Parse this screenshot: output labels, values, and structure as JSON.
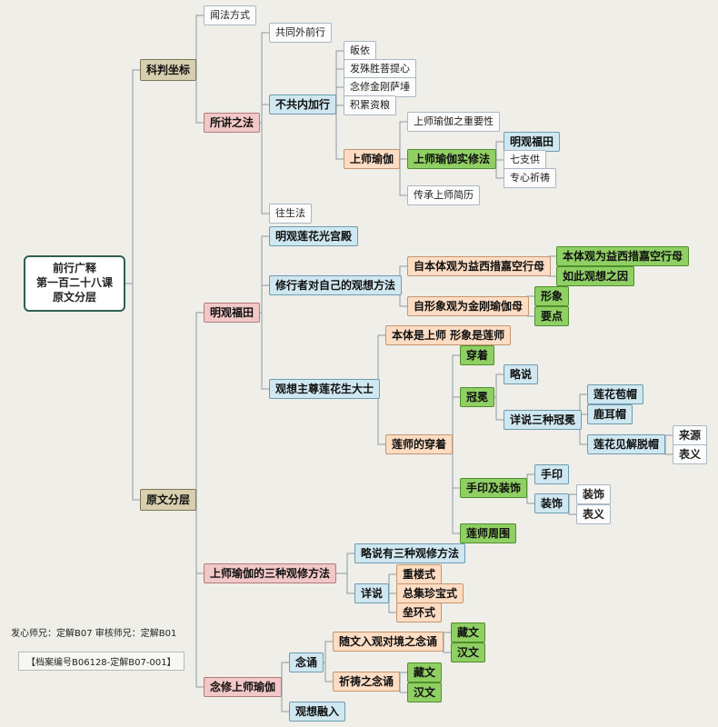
{
  "root": {
    "line1": "前行广释",
    "line2": "第一百二十八课",
    "line3": "原文分层"
  },
  "nodes": {
    "kepan": "科判坐标",
    "yuanwen": "原文分层",
    "wenfa": "闻法方式",
    "suojiang": "所讲之法",
    "gongtong": "共同外前行",
    "bugong": "不共内加行",
    "guiyi": "皈依",
    "faxin": "发殊胜菩提心",
    "nianxiu": "念修金刚萨埵",
    "jilei": "积累资粮",
    "shangshi": "上师瑜伽",
    "zhongyao": "上师瑜伽之重要性",
    "shixiu": "上师瑜伽实修法",
    "mingguan": "明观福田",
    "qizhi": "七支供",
    "zhuanxin": "专心祈祷",
    "chuancheng": "传承上师简历",
    "wangsheng": "往生法",
    "mingguanfutian": "明观福田",
    "lianhua": "明观莲花光宫殿",
    "xiuxing": "修行者对自己的观想方法",
    "benti": "自本体观为益西措嘉空行母",
    "bentiguan": "本体观为益西措嘉空行母",
    "ruci": "如此观想之因",
    "zixing": "自形象观为金刚瑜伽母",
    "xingxiang": "形象",
    "yaodian": "要点",
    "guanxiang": "观想主尊莲花生大士",
    "bentishang": "本体是上师 形象是莲师",
    "lianshichuan": "莲师的穿着",
    "chuanzhe": "穿着",
    "guanmian": "冠冕",
    "lueshuo": "略说",
    "xiangshuo": "详说三种冠冕",
    "baomao": "莲花苞帽",
    "lu": "鹿耳帽",
    "jiantuo": "莲花见解脱帽",
    "laiyuan": "来源",
    "biaoyi1": "表义",
    "shouyin": "手印及装饰",
    "shouyin2": "手印",
    "zhuangshi": "装饰",
    "zhuangshi2": "装饰",
    "biaoyi2": "表义",
    "zhouwei": "莲师周围",
    "sanzhong": "上师瑜伽的三种观修方法",
    "lueshuo3": "略说有三种观修方法",
    "xiangshuo2": "详说",
    "chonglou": "重楼式",
    "zongji": "总集珍宝式",
    "leihuan": "垒环式",
    "nianxiushang": "念修上师瑜伽",
    "niansong": "念诵",
    "suiwen": "随文入观对境之念诵",
    "zangwen1": "藏文",
    "hanwen1": "汉文",
    "qidao": "祈祷之念诵",
    "zangwen2": "藏文",
    "hanwen2": "汉文",
    "guanxiangrong": "观想融入"
  },
  "meta": {
    "credits": "发心师兄：定解B07     审核师兄：定解B01",
    "archive": "【档案编号B06128-定解B07-001】"
  },
  "colors": {
    "wire": "#8c9aa6",
    "root_border": "#2f5f4f",
    "level1": "#d8cfae",
    "level2": "#f2c7c7",
    "level3": "#cfe7f0",
    "level4": "#fcdcc3",
    "level5": "#8fcf63"
  }
}
